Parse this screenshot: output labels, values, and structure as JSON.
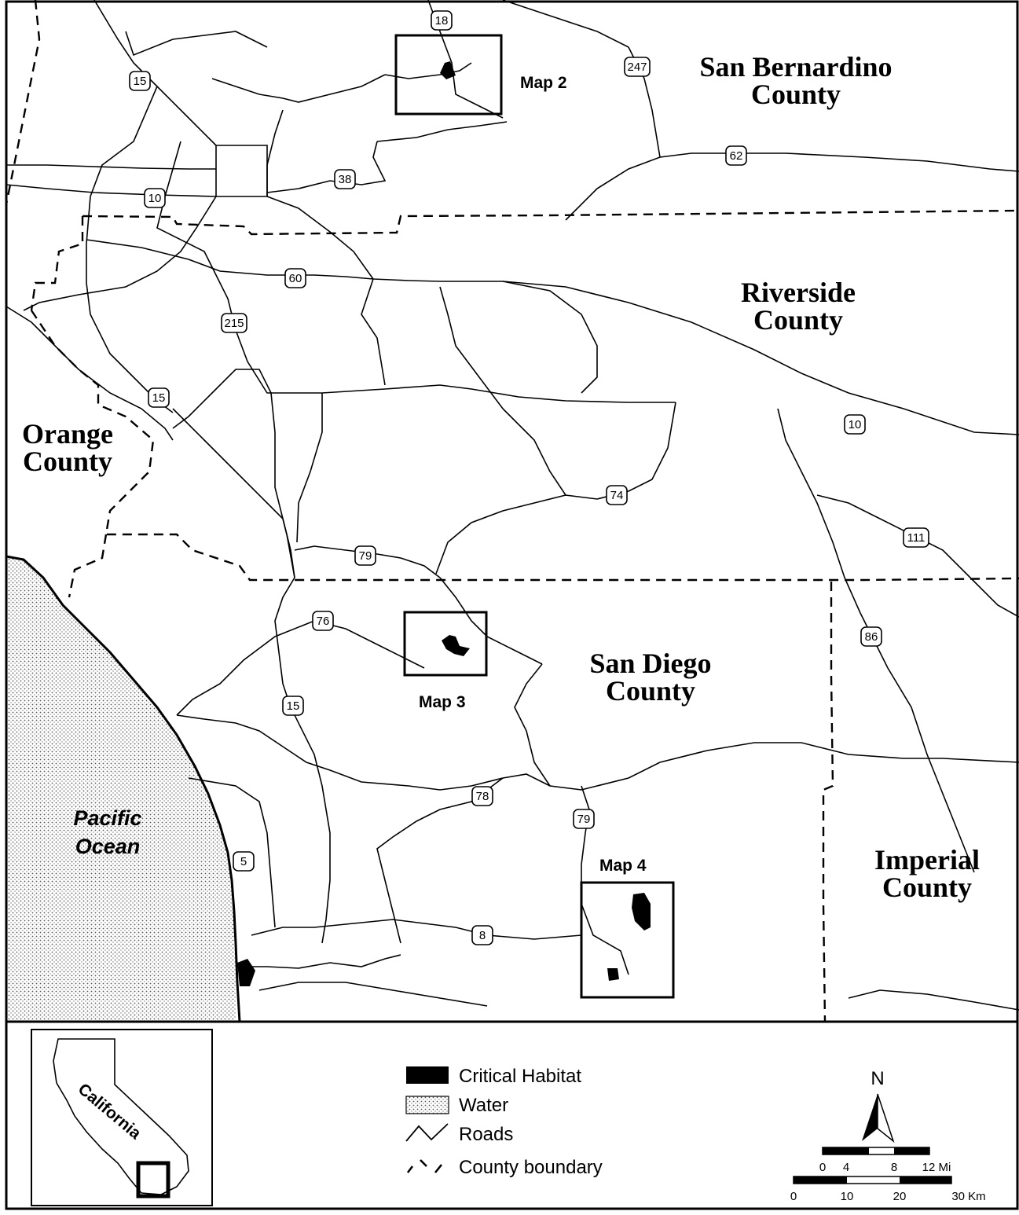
{
  "counties": [
    {
      "id": "san-bernardino",
      "lines": [
        "San Bernardino",
        "County"
      ]
    },
    {
      "id": "riverside",
      "lines": [
        "Riverside",
        "County"
      ]
    },
    {
      "id": "orange",
      "lines": [
        "Orange",
        "County"
      ]
    },
    {
      "id": "san-diego",
      "lines": [
        "San Diego",
        "County"
      ]
    },
    {
      "id": "imperial",
      "lines": [
        "Imperial",
        "County"
      ]
    }
  ],
  "ocean": {
    "lines": [
      "Pacific",
      "Ocean"
    ]
  },
  "map_insets": [
    "Map 2",
    "Map 3",
    "Map 4"
  ],
  "highways": [
    "18",
    "15",
    "247",
    "62",
    "38",
    "10",
    "60",
    "215",
    "15",
    "10",
    "74",
    "111",
    "79",
    "76",
    "15",
    "86",
    "78",
    "79",
    "5",
    "8"
  ],
  "locator": {
    "state_label": "California"
  },
  "legend": {
    "items": [
      {
        "symbol": "critical-habitat",
        "label": "Critical Habitat"
      },
      {
        "symbol": "water",
        "label": "Water"
      },
      {
        "symbol": "roads",
        "label": "Roads"
      },
      {
        "symbol": "county-boundary",
        "label": "County boundary"
      }
    ]
  },
  "north_arrow": {
    "label": "N"
  },
  "scale_bar": {
    "miles": {
      "ticks": [
        "0",
        "4",
        "8"
      ],
      "end_label": "12 Mi"
    },
    "km": {
      "ticks": [
        "0",
        "10",
        "20"
      ],
      "end_label": "30 Km"
    }
  },
  "colors": {
    "ink": "#000000",
    "paper": "#ffffff",
    "water_dot": "#555555"
  }
}
